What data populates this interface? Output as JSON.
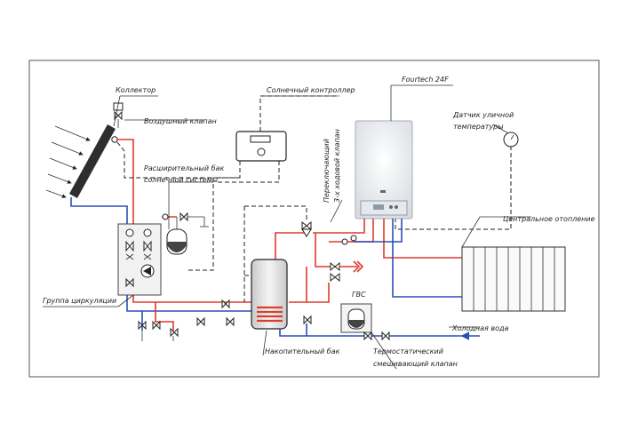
{
  "labels": {
    "collector": "Коллектор",
    "air_valve": "Воздушный клапан",
    "solar_controller": "Солнечный контроллер",
    "boiler_model": "Fourtech 24F",
    "outdoor_sensor_line1": "Датчик уличной",
    "outdoor_sensor_line2": "температуры",
    "expansion_tank_line1": "Расширительный бак",
    "expansion_tank_line2": "солнечной системы",
    "three_way_valve_line1": "Переключающий",
    "three_way_valve_line2": "3-х ходовой клапан",
    "central_heating": "Центральное отопление",
    "circulation_group": "Группа циркуляции",
    "dhw": "ГВС",
    "cold_water": "Холодная вода",
    "storage_tank": "Накопительный бак",
    "mixing_valve_line1": "Термостатический",
    "mixing_valve_line2": "смешивающий клапан"
  },
  "colors": {
    "hot_pipe": "#e03a2e",
    "cold_pipe": "#2b4fb8",
    "collector_fill": "#2e2e2e",
    "coil": "#d6402f"
  }
}
